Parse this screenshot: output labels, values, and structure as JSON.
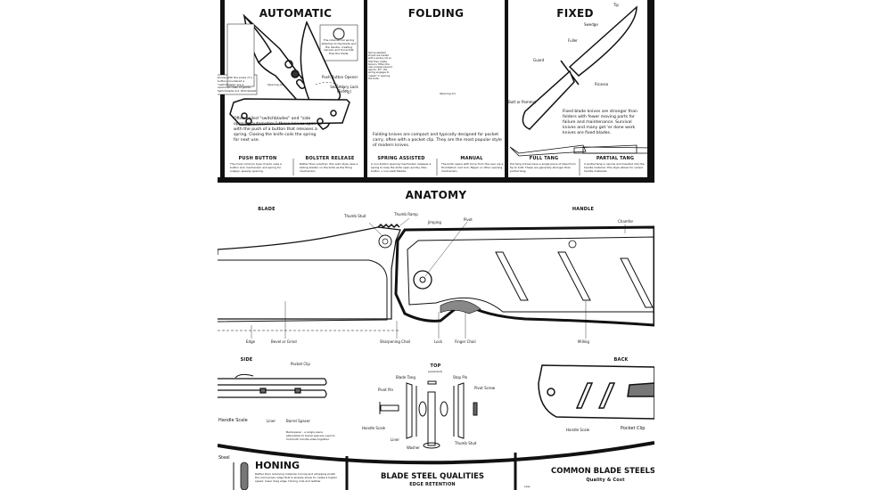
{
  "top_panels": [
    {
      "title": "AUTOMATIC",
      "callout_right": "The internal coil spring attaches to the blade and the handle, creating tension and force that fires the blade.",
      "callout_left": "Knives with the press of a button considered a \"switchblade\" are a restricted class of goods. Switchblade Act. #DontLiteIt",
      "opening_arc_label": "Opening Arc",
      "labels": [
        "Push Button Opener",
        "Secondary Lock (Safety)"
      ],
      "description": "Often called \"switchblades\" and \"side opening automatics,\" these knives open with the push of a button that releases a spring. Closing the knife coils the spring for next use.",
      "subsections": [
        {
          "title": "PUSH BUTTON",
          "text": "The most common type of auto uses a button lock mechanism and spring for snappy, speedy opening."
        },
        {
          "title": "BOLSTER RELEASE",
          "text": "Rather than a button, this auto style uses a sliding bolster on the knife as the firing mechanism."
        }
      ]
    },
    {
      "title": "FOLDING",
      "callout": "Spring assisted knives are loaded with a spring coil so that they create tension. When the user presses beyond approx. 40°, the spring engages to \"assist\" in opening the knife.",
      "opening_arc_label": "Opening Arc",
      "description": "Folding knives are compact and typically designed for pocket carry, often with a pocket clip. They are the most popular style of modern knives.",
      "subsections": [
        {
          "title": "SPRING ASSISTED",
          "text": "A non-button opening mechanism releases a spring to help the knife open quickly. Non-button + non-switchblade."
        },
        {
          "title": "MANUAL",
          "text": "The knife opens with force from the user via a thumbstud, nail nick, flipper or other opening mechanism."
        }
      ]
    },
    {
      "title": "FIXED",
      "labels": [
        "Tip",
        "Swedge",
        "Fuller",
        "Guard",
        "Ricasso",
        "Butt or Pommel"
      ],
      "description": "Fixed blade knives are stronger than folders with fewer moving parts for failure and maintenance. Survival knives and many get 'er done work knives are fixed blades.",
      "subsections": [
        {
          "title": "FULL TANG",
          "text": "Full tang knives have a single piece of steel from tip to butt. These are generally stronger than partial tang."
        },
        {
          "title": "PARTIAL TANG",
          "text": "A partial tang is narrow and inserted into the handle material. This style allows for varied handle materials."
        }
      ]
    }
  ],
  "anatomy": {
    "title": "ANATOMY",
    "blade_heading": "BLADE",
    "handle_heading": "HANDLE",
    "labels": {
      "thumb_stud": "Thumb Stud",
      "thumb_ramp": "Thumb Ramp",
      "jimping": "Jimping",
      "pivot": "Pivot",
      "chamfer": "Chamfer",
      "edge": "Edge",
      "bevel": "Bevel or Grind",
      "choil": "Sharpening Choil",
      "lock": "Lock",
      "finger_choil": "Finger Choil",
      "milling": "Milling"
    },
    "side": {
      "heading": "SIDE",
      "pocket_clip": "Pocket Clip",
      "handle_scale": "Handle Scale",
      "liner": "Liner",
      "barrel_spacer": "Barrel Spacer",
      "note": "Backspacer - a single piece alternative to barrel spacers used to hold both handle sides together."
    },
    "top": {
      "heading": "TOP",
      "subheading": "(exploded)",
      "blade_tang": "Blade Tang",
      "stop_pin": "Stop Pin",
      "pivot_pin": "Pivot Pin",
      "pivot_screw": "Pivot Screw",
      "handle_scale": "Handle Scale",
      "liner": "Liner",
      "washer": "Washer",
      "thumb_stud": "Thumb Stud"
    },
    "back": {
      "heading": "BACK",
      "handle_scale": "Handle Scale",
      "pocket_clip": "Pocket Clip"
    }
  },
  "bottom_panels": {
    "honing": {
      "title": "HONING",
      "left_label": "Steel",
      "text": "Rather than removing material, honing and stropping polish the microscopic edge that is already sharp to create a higher speed, lower drag edge. Honing rods and leather"
    },
    "steel_qualities": {
      "title": "BLADE STEEL QUALITIES",
      "subtitle": "EDGE RETENTION"
    },
    "common_steels": {
      "title": "COMMON BLADE STEELS",
      "subtitle": "Quality & Cost",
      "axis_label": "Less"
    }
  }
}
